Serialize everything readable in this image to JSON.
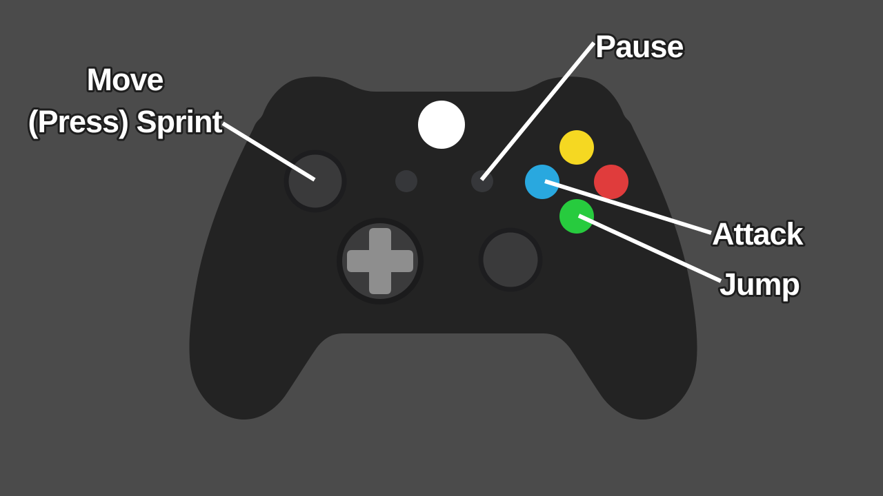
{
  "diagram": {
    "colors": {
      "background": "#4B4B4B",
      "body": "#232323",
      "stick_fill": "#3A3A3B",
      "stick_ring": "#1D1D1F",
      "small_button": "#36373A",
      "dpad_fill": "#3B3B3C",
      "dpad_ring": "#1B1B1C",
      "dpad_cross": "#8E8E8E",
      "guide_button": "#FFFFFF",
      "y_button": "#F5D822",
      "x_button": "#29A8DF",
      "b_button": "#E03C3C",
      "a_button": "#27CB3E",
      "annotation_line": "#FFFFFF",
      "label_fill": "#FFFFFF",
      "label_outline": "#1E1E1E"
    },
    "labels": {
      "move": {
        "line1": "Move",
        "line2": "(Press) Sprint",
        "target": "left-stick"
      },
      "pause": {
        "text": "Pause",
        "target": "menu-button"
      },
      "attack": {
        "text": "Attack",
        "target": "x-button"
      },
      "jump": {
        "text": "Jump",
        "target": "a-button"
      }
    }
  }
}
